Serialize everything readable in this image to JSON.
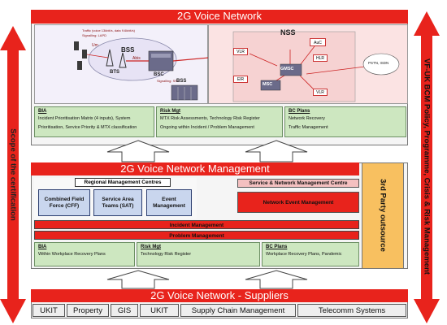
{
  "left_scope": "Scope of the certification",
  "right_policy": "VF-UK BCM Policy, Programme, Crisis & Risk Management",
  "top": {
    "title": "2G Voice Network",
    "bss": {
      "label": "BSS",
      "sub_label": "BSS",
      "bts": "BTS",
      "bsc": "BSC",
      "abis": "Abis",
      "um": "Um",
      "note_traffic": "Traffic (voice 13kbit/s, data 9.6kbit/s)",
      "note_signalling": "Signalling: LAPD",
      "note_signalling2": "Signalling: SS7"
    },
    "nss": {
      "label": "NSS",
      "auc": "AuC",
      "vlr": "VLR",
      "hlr": "HLR",
      "gmsc": "GMSC",
      "msc": "MSC",
      "vlr2": "VLR",
      "eir": "EIR",
      "pstn": "PSTN, ISDN",
      "isdn": "PSTN, ISDN"
    },
    "bia": {
      "header": "BIA",
      "lines": [
        "Incident Prioritisation Matrix (4 inputs), System",
        "Prioritisation, Service Priority & MTX classification"
      ]
    },
    "risk": {
      "header": "Risk Mgt",
      "lines": [
        "MTX Risk Assessments, Technology Risk Register",
        "Ongoing within Incident / Problem Management"
      ]
    },
    "bc": {
      "header": "BC Plans",
      "lines": [
        "Network Recovery",
        "Traffic Management"
      ]
    }
  },
  "middle": {
    "title": "2G Voice Network Management",
    "regional": "Regional Management Centres",
    "units": [
      "Combined Field Force (CFF)",
      "Service Area Teams (SAT)",
      "Event Management"
    ],
    "service_centre": "Service & Network Management Centre",
    "network_event": "Network Event Management",
    "incident": "Incident Management",
    "problem": "Problem Management",
    "outsource": "3rd Party outsource",
    "bia": {
      "header": "BIA",
      "lines": [
        "Within Workplace Recovery Plans"
      ]
    },
    "risk": {
      "header": "Risk Mgt",
      "lines": [
        "Technology Risk Register"
      ]
    },
    "bc": {
      "header": "BC Plans",
      "lines": [
        "Workplace Recovery Plans, Pandemic"
      ]
    }
  },
  "bottom": {
    "title": "2G Voice Network - Suppliers",
    "suppliers": [
      "UKIT",
      "Property",
      "GIS",
      "UKIT",
      "Supply Chain Management",
      "Telecomm Systems"
    ]
  },
  "colors": {
    "red": "#e8231c",
    "green": "#cde7c0",
    "pink": "#f4c0c0",
    "orange": "#f8c060",
    "blue": "#c9d6ee"
  }
}
